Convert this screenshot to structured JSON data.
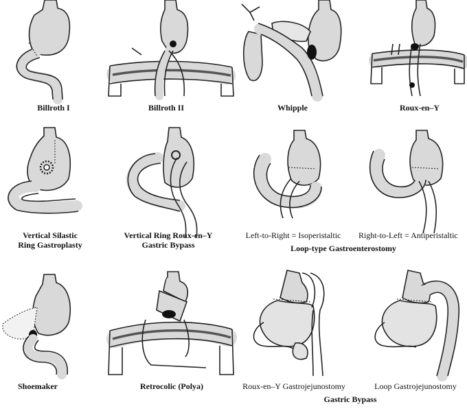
{
  "row1": {
    "billroth1": "Billroth I",
    "billroth2": "Billroth II",
    "whipple": "Whipple",
    "rouxeny": "Roux-en–Y"
  },
  "row2": {
    "vsrg_line1": "Vertical Silastic",
    "vsrg_line2": "Ring Gastroplasty",
    "vrrny_line1": "Vertical Ring Roux-en–Y",
    "vrrny_line2": "Gastric Bypass",
    "left_to_right": "Left-to-Right = Isoperistaltic",
    "right_to_left": "Right-to-Left = Antiperistaltic",
    "loop_group": "Loop-type Gastroenterostomy"
  },
  "row3": {
    "shoemaker": "Shoemaker",
    "retrocolic": "Retrocolic (Polya)",
    "rny_gj": "Roux-en–Y Gastrojejunostomy",
    "loop_gj": "Loop Gastrojejunostomy",
    "bypass_group": "Gastric Bypass"
  }
}
